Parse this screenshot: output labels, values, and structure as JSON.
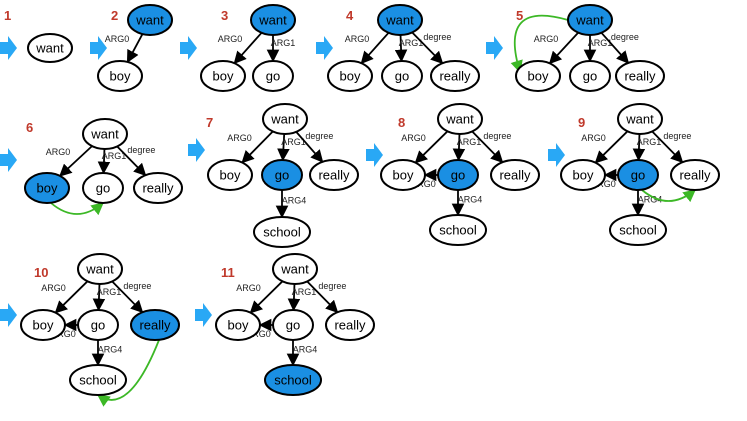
{
  "colors": {
    "highlight": "#1a8fe3",
    "arrow": "#29a8f5",
    "transition": "#3cb826",
    "step_number": "#c0392b",
    "node_border": "#000000",
    "node_fill": "#ffffff"
  },
  "edge_labels": {
    "arg0": "ARG0",
    "arg1": "ARG1",
    "arg4": "ARG4",
    "degree": "degree"
  },
  "node_labels": {
    "want": "want",
    "boy": "boy",
    "go": "go",
    "really": "really",
    "school": "school"
  },
  "steps": [
    {
      "number": "1",
      "nodes": [
        "want"
      ],
      "edges": [],
      "highlight": null,
      "transition": null
    },
    {
      "number": "2",
      "nodes": [
        "want",
        "boy"
      ],
      "edges": [
        [
          "want",
          "boy",
          "arg0"
        ]
      ],
      "highlight": "want",
      "transition": null
    },
    {
      "number": "3",
      "nodes": [
        "want",
        "boy",
        "go"
      ],
      "edges": [
        [
          "want",
          "boy",
          "arg0"
        ],
        [
          "want",
          "go",
          "arg1"
        ]
      ],
      "highlight": "want",
      "transition": null
    },
    {
      "number": "4",
      "nodes": [
        "want",
        "boy",
        "go",
        "really"
      ],
      "edges": [
        [
          "want",
          "boy",
          "arg0"
        ],
        [
          "want",
          "go",
          "arg1"
        ],
        [
          "want",
          "really",
          "degree"
        ]
      ],
      "highlight": "want",
      "transition": null
    },
    {
      "number": "5",
      "nodes": [
        "want",
        "boy",
        "go",
        "really"
      ],
      "edges": [
        [
          "want",
          "boy",
          "arg0"
        ],
        [
          "want",
          "go",
          "arg1"
        ],
        [
          "want",
          "really",
          "degree"
        ]
      ],
      "highlight": "want",
      "transition": [
        "want",
        "boy"
      ]
    },
    {
      "number": "6",
      "nodes": [
        "want",
        "boy",
        "go",
        "really"
      ],
      "edges": [
        [
          "want",
          "boy",
          "arg0"
        ],
        [
          "want",
          "go",
          "arg1"
        ],
        [
          "want",
          "really",
          "degree"
        ]
      ],
      "highlight": "boy",
      "transition": [
        "boy",
        "go"
      ]
    },
    {
      "number": "7",
      "nodes": [
        "want",
        "boy",
        "go",
        "really",
        "school"
      ],
      "edges": [
        [
          "want",
          "boy",
          "arg0"
        ],
        [
          "want",
          "go",
          "arg1"
        ],
        [
          "want",
          "really",
          "degree"
        ],
        [
          "go",
          "school",
          "arg4"
        ]
      ],
      "highlight": "go",
      "transition": null
    },
    {
      "number": "8",
      "nodes": [
        "want",
        "boy",
        "go",
        "really",
        "school"
      ],
      "edges": [
        [
          "want",
          "boy",
          "arg0"
        ],
        [
          "want",
          "go",
          "arg1"
        ],
        [
          "want",
          "really",
          "degree"
        ],
        [
          "go",
          "school",
          "arg4"
        ],
        [
          "go",
          "boy",
          "arg0"
        ]
      ],
      "highlight": "go",
      "transition": null
    },
    {
      "number": "9",
      "nodes": [
        "want",
        "boy",
        "go",
        "really",
        "school"
      ],
      "edges": [
        [
          "want",
          "boy",
          "arg0"
        ],
        [
          "want",
          "go",
          "arg1"
        ],
        [
          "want",
          "really",
          "degree"
        ],
        [
          "go",
          "school",
          "arg4"
        ],
        [
          "go",
          "boy",
          "arg0"
        ]
      ],
      "highlight": "go",
      "transition": [
        "go",
        "really"
      ]
    },
    {
      "number": "10",
      "nodes": [
        "want",
        "boy",
        "go",
        "really",
        "school"
      ],
      "edges": [
        [
          "want",
          "boy",
          "arg0"
        ],
        [
          "want",
          "go",
          "arg1"
        ],
        [
          "want",
          "really",
          "degree"
        ],
        [
          "go",
          "school",
          "arg4"
        ],
        [
          "go",
          "boy",
          "arg0"
        ]
      ],
      "highlight": "really",
      "transition": [
        "really",
        "school"
      ]
    },
    {
      "number": "11",
      "nodes": [
        "want",
        "boy",
        "go",
        "really",
        "school"
      ],
      "edges": [
        [
          "want",
          "boy",
          "arg0"
        ],
        [
          "want",
          "go",
          "arg1"
        ],
        [
          "want",
          "really",
          "degree"
        ],
        [
          "go",
          "school",
          "arg4"
        ],
        [
          "go",
          "boy",
          "arg0"
        ]
      ],
      "highlight": "school",
      "transition": null
    }
  ]
}
